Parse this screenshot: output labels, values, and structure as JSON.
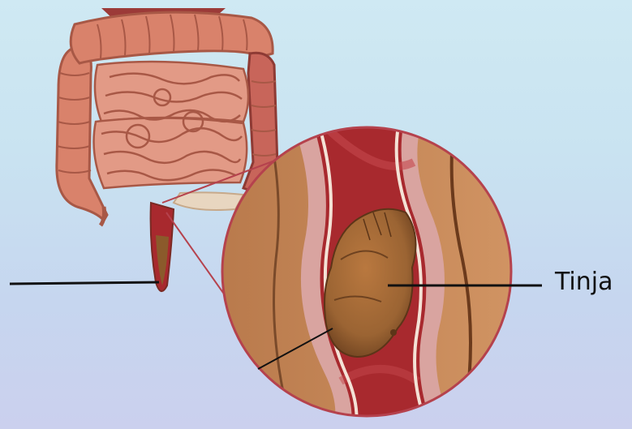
{
  "labels": {
    "feces": "Tinja"
  },
  "colors": {
    "intestine": "#d9826b",
    "intestine_dark": "#a85846",
    "lumen": "#a8292e",
    "wall": "#c58555",
    "feces": "#9b6433",
    "circle_border": "#b5424d"
  },
  "icons": [
    "large-intestine-illustration",
    "rectum-illustration",
    "magnifier-circle",
    "fecal-mass"
  ]
}
